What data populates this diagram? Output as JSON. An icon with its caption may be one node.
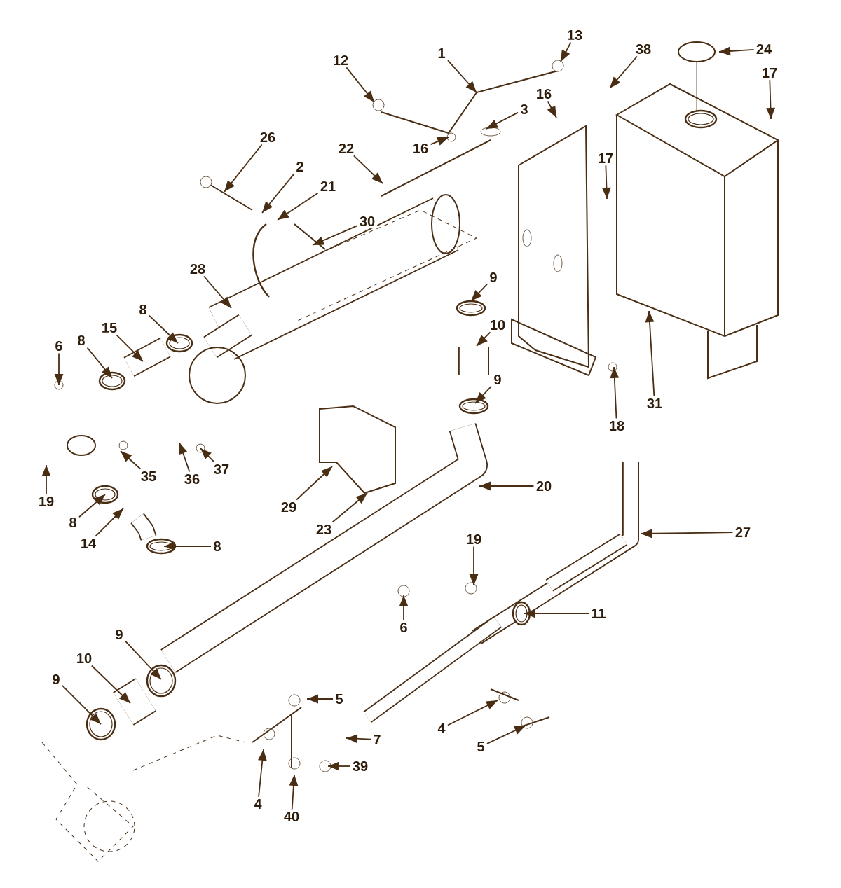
{
  "diagram": {
    "nodes": [
      {
        "text": [
          "13"
        ]
      },
      {
        "text": [
          "24"
        ]
      },
      {
        "text": [
          "38"
        ]
      },
      {
        "text": [
          "1"
        ]
      },
      {
        "text": [
          "12"
        ]
      },
      {
        "text": [
          "17"
        ]
      },
      {
        "text": [
          "16"
        ]
      },
      {
        "text": [
          "3"
        ]
      },
      {
        "text": [
          "26"
        ]
      },
      {
        "text": [
          "22"
        ]
      },
      {
        "text": [
          "16"
        ]
      },
      {
        "text": [
          "17"
        ]
      },
      {
        "text": [
          "2"
        ]
      },
      {
        "text": [
          "21"
        ]
      },
      {
        "text": [
          "30"
        ]
      },
      {
        "text": [
          "28"
        ]
      },
      {
        "text": [
          "9"
        ]
      },
      {
        "text": [
          "8"
        ]
      },
      {
        "text": [
          "10"
        ]
      },
      {
        "text": [
          "15"
        ]
      },
      {
        "text": [
          "8"
        ]
      },
      {
        "text": [
          "6"
        ]
      },
      {
        "text": [
          "9"
        ]
      },
      {
        "text": [
          "31"
        ]
      },
      {
        "text": [
          "18"
        ]
      },
      {
        "text": [
          "37"
        ]
      },
      {
        "text": [
          "35"
        ]
      },
      {
        "text": [
          "36"
        ]
      },
      {
        "text": [
          "20"
        ]
      },
      {
        "text": [
          "19"
        ]
      },
      {
        "text": [
          "29"
        ]
      },
      {
        "text": [
          "8"
        ]
      },
      {
        "text": [
          "23"
        ]
      },
      {
        "text": [
          "27"
        ]
      },
      {
        "text": [
          "19"
        ]
      },
      {
        "text": [
          "14"
        ]
      },
      {
        "text": [
          "8"
        ]
      },
      {
        "text": [
          "11"
        ]
      },
      {
        "text": [
          "6"
        ]
      },
      {
        "text": [
          "9"
        ]
      },
      {
        "text": [
          "10"
        ]
      },
      {
        "text": [
          "9"
        ]
      },
      {
        "text": [
          "5"
        ]
      },
      {
        "text": [
          "4"
        ]
      },
      {
        "text": [
          "7"
        ]
      },
      {
        "text": [
          "5"
        ]
      },
      {
        "text": [
          "39"
        ]
      },
      {
        "text": [
          "4"
        ]
      },
      {
        "text": [
          "40"
        ]
      }
    ],
    "edges": [
      {
        "from": 0,
        "to": null,
        "arrow": "to"
      },
      {
        "from": 1,
        "to": null,
        "arrow": "to"
      },
      {
        "from": 2,
        "to": null,
        "arrow": "to"
      },
      {
        "from": 3,
        "to": null,
        "arrow": "to"
      },
      {
        "from": 4,
        "to": null,
        "arrow": "to"
      },
      {
        "from": 5,
        "to": null,
        "arrow": "to"
      },
      {
        "from": 6,
        "to": null,
        "arrow": "to"
      },
      {
        "from": 7,
        "to": null,
        "arrow": "to"
      },
      {
        "from": 8,
        "to": null,
        "arrow": "to"
      },
      {
        "from": 9,
        "to": null,
        "arrow": "to"
      },
      {
        "from": 10,
        "to": null,
        "arrow": "to"
      },
      {
        "from": 11,
        "to": null,
        "arrow": "to"
      },
      {
        "from": 12,
        "to": null,
        "arrow": "to"
      },
      {
        "from": 13,
        "to": null,
        "arrow": "to"
      },
      {
        "from": 14,
        "to": null,
        "arrow": "to"
      },
      {
        "from": 15,
        "to": null,
        "arrow": "to"
      },
      {
        "from": 16,
        "to": null,
        "arrow": "to"
      },
      {
        "from": 17,
        "to": null,
        "arrow": "to"
      },
      {
        "from": 18,
        "to": null,
        "arrow": "to"
      },
      {
        "from": 19,
        "to": null,
        "arrow": "to"
      },
      {
        "from": 20,
        "to": null,
        "arrow": "to"
      },
      {
        "from": 21,
        "to": null,
        "arrow": "to"
      },
      {
        "from": 22,
        "to": null,
        "arrow": "to"
      },
      {
        "from": 23,
        "to": null,
        "arrow": "to"
      },
      {
        "from": 24,
        "to": null,
        "arrow": "to"
      },
      {
        "from": 25,
        "to": null,
        "arrow": "to"
      },
      {
        "from": 26,
        "to": null,
        "arrow": "to"
      },
      {
        "from": 27,
        "to": null,
        "arrow": "to"
      },
      {
        "from": 28,
        "to": null,
        "arrow": "to"
      },
      {
        "from": 29,
        "to": null,
        "arrow": "to"
      },
      {
        "from": 30,
        "to": null,
        "arrow": "to"
      },
      {
        "from": 31,
        "to": null,
        "arrow": "to"
      },
      {
        "from": 32,
        "to": null,
        "arrow": "to"
      },
      {
        "from": 33,
        "to": null,
        "arrow": "to"
      },
      {
        "from": 34,
        "to": null,
        "arrow": "to"
      },
      {
        "from": 35,
        "to": null,
        "arrow": "to"
      },
      {
        "from": 36,
        "to": null,
        "arrow": "to"
      },
      {
        "from": 37,
        "to": null,
        "arrow": "to"
      },
      {
        "from": 38,
        "to": null,
        "arrow": "to"
      },
      {
        "from": 39,
        "to": null,
        "arrow": "to"
      },
      {
        "from": 40,
        "to": null,
        "arrow": "to"
      },
      {
        "from": 41,
        "to": null,
        "arrow": "to"
      },
      {
        "from": 42,
        "to": null,
        "arrow": "to"
      },
      {
        "from": 43,
        "to": null,
        "arrow": "to"
      },
      {
        "from": 44,
        "to": null,
        "arrow": "to"
      },
      {
        "from": 45,
        "to": null,
        "arrow": "to"
      },
      {
        "from": 46,
        "to": null,
        "arrow": "to"
      },
      {
        "from": 47,
        "to": null,
        "arrow": "to"
      },
      {
        "from": 48,
        "to": null,
        "arrow": "to"
      }
    ]
  }
}
